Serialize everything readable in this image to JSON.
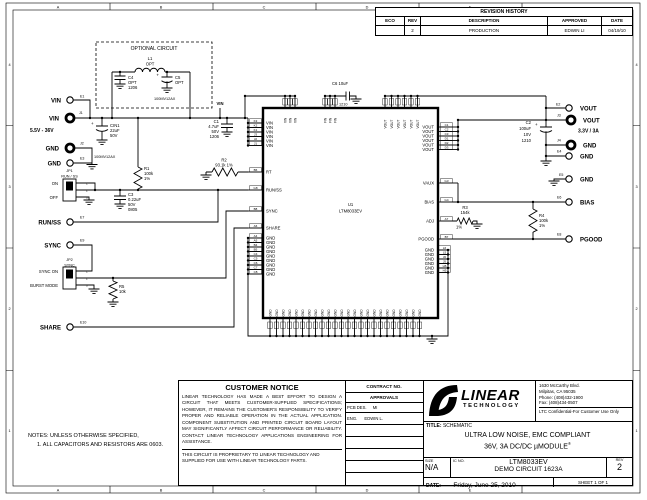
{
  "frame": {
    "grid_letters": [
      "A",
      "B",
      "C",
      "D",
      "E"
    ],
    "grid_numbers": [
      "4",
      "3",
      "2",
      "1"
    ]
  },
  "revision_history": {
    "title": "REVISION HISTORY",
    "col_eco": "ECO",
    "col_rev": "REV",
    "col_description": "DESCRIPTION",
    "col_approved": "APPROVED",
    "col_date": "DATE",
    "row": {
      "eco": "",
      "rev": "2",
      "description": "PRODUCTION",
      "approved": "EDWIN LI",
      "date": "04/19/10"
    }
  },
  "optional_circuit": {
    "title": "OPTIONAL CIRCUIT",
    "l1_ref": "L1",
    "l1_val": "OPT",
    "c4_ref": "C4",
    "c4_val": "OPT",
    "c4_size": "1206",
    "c5_ref": "C5",
    "c5_val": "OPT",
    "c5_part": "100MV12AX",
    "plus": "+"
  },
  "nets": {
    "vin": "VIN"
  },
  "inputs": {
    "e1": {
      "ref": "E1",
      "label": "VIN"
    },
    "j1": {
      "ref": "J1",
      "label": "VIN",
      "sub": "5.5V - 36V"
    },
    "j2": {
      "ref": "J2",
      "label": "GND"
    },
    "e3": {
      "ref": "E3",
      "label": "GND"
    },
    "e7": {
      "ref": "E7",
      "label": "RUN/SS"
    },
    "e9": {
      "ref": "E9",
      "label": "SYNC"
    },
    "e10": {
      "ref": "E10",
      "label": "SHARE"
    }
  },
  "outputs": {
    "e2": {
      "ref": "E2",
      "label": "VOUT"
    },
    "j3": {
      "ref": "J3",
      "label": "VOUT",
      "sub": "3.3V / 3A"
    },
    "j4": {
      "ref": "J4",
      "label": "GND"
    },
    "e4": {
      "ref": "E4",
      "label": "GND"
    },
    "e5": {
      "ref": "E5",
      "label": "GND"
    },
    "e6": {
      "ref": "E6",
      "label": "BIAS"
    },
    "e8": {
      "ref": "E8",
      "label": "PGOOD"
    }
  },
  "components": {
    "cin1": {
      "plus": "+",
      "ref": "CIN1",
      "v1": "22uF",
      "v2": "50V",
      "part": "100MV12AX"
    },
    "c1": {
      "ref": "C1",
      "v1": "4.7uF",
      "v2": "50V",
      "v3": "1206"
    },
    "c2": {
      "plus": "+",
      "ref": "C2",
      "v1": "100uF",
      "v2": "10V",
      "v3": "1210"
    },
    "c3": {
      "ref": "C3",
      "v1": "0.22uF",
      "v2": "50V",
      "v3": "0805"
    },
    "c6": {
      "label": "C6  10uF",
      "size": "1210"
    },
    "r1": {
      "ref": "R1",
      "v1": "100k",
      "v2": "1%"
    },
    "r2": {
      "ref": "R2",
      "v1": "93.1k  1%"
    },
    "r3": {
      "ref": "R3",
      "v1": "154k",
      "v2": "1%"
    },
    "r4": {
      "ref": "R4",
      "v1": "100k",
      "v2": "1%"
    },
    "r5": {
      "ref": "R5",
      "v1": "10k"
    }
  },
  "jp1": {
    "ref": "JP1",
    "name": "RUN / SS",
    "on": "ON",
    "off": "OFF",
    "pins": [
      "1",
      "2",
      "3"
    ]
  },
  "jp2": {
    "ref": "JP2",
    "name": "SYNC",
    "pos_top": "SYNC ON",
    "pos_bottom": "BURST MODE",
    "pins": [
      "1",
      "2",
      "3"
    ]
  },
  "ic": {
    "ref": "U1",
    "part": "LTM8033EV",
    "names": {
      "vin": "VIN",
      "gnd": "GND",
      "rt": "RT",
      "runss": "RUN/SS",
      "sync": "SYNC",
      "share": "SHARE",
      "vout": "VOUT",
      "vaux": "VAUX",
      "bias": "BIAS",
      "adj": "ADJ",
      "pgood": "PGOOD",
      "fin": "FIN"
    },
    "pins": {
      "left_vin": [
        "K3",
        "K2",
        "K1",
        "J3",
        "J2",
        "J1"
      ],
      "rt": "B6",
      "runss": "G8",
      "sync": "B8",
      "share": "A6",
      "left_gnd": [
        "A4",
        "A5",
        "B4",
        "B5",
        "C4",
        "C5",
        "C6",
        "C7",
        "C8"
      ],
      "right_vout": [
        "C1",
        "C2",
        "C3",
        "D1",
        "D2",
        "D3"
      ],
      "vaux": "G3",
      "bias": "G4",
      "adj": "A7",
      "pgood": "B7",
      "right_gnd": [
        "L6",
        "L5",
        "J6",
        "J5",
        "H6",
        "H5"
      ]
    }
  },
  "notes": {
    "line1": "NOTES: UNLESS OTHERWISE SPECIFIED,",
    "line2": "1. ALL CAPACITORS AND RESISTORS ARE 0603."
  },
  "customer_notice": {
    "title": "CUSTOMER NOTICE",
    "body": "LINEAR TECHNOLOGY HAS MADE A BEST EFFORT TO DESIGN A CIRCUIT THAT MEETS CUSTOMER-SUPPLIED SPECIFICATIONS; HOWEVER, IT REMAINS THE CUSTOMER'S RESPONSIBILITY TO VERIFY PROPER AND RELIABLE OPERATION IN THE ACTUAL APPLICATION.  COMPONENT SUBSTITUTION AND PRINTED CIRCUIT BOARD LAYOUT MAY SIGNIFICANTLY AFFECT CIRCUIT PERFORMANCE OR RELIABILITY.  CONTACT LINEAR TECHNOLOGY APPLICATIONS ENGINEERING FOR ASSISTANCE.",
    "proprietary": "THIS CIRCUIT IS PROPRIETARY TO LINEAR TECHNOLOGY AND SUPPLIED FOR USE WITH LINEAR TECHNOLOGY PARTS."
  },
  "title_block": {
    "contract_label": "CONTRACT NO.",
    "approvals_label": "APPROVALS",
    "pcb_label": "PCB DES.",
    "pcb_value": "MI",
    "eng_label": "ENG.",
    "eng_value": "EDWIN L.",
    "company": {
      "name1": "LINEAR",
      "name2": "TECHNOLOGY",
      "addr1": "1630 McCarthy Blvd.",
      "addr2": "Milpitas, CA 95035",
      "addr3": "Phone: (408)432-1900",
      "addr4": "Fax: (408)434-0507",
      "addr5": "LTC Confidential-For Customer Use Only"
    },
    "title_label": "TITLE:",
    "title_value": "SCHEMATIC",
    "title_line1": "ULTRA LOW NOISE, EMC COMPLIANT",
    "title_line2": "36V, 3A DC/DC µMODULE",
    "reg": "®",
    "size_label": "SIZE",
    "size_value": "N/A",
    "icno_label": "IC NO.",
    "icno_value": "LTM8033EV",
    "demo_value": "DEMO CIRCUIT 1623A",
    "rev_label": "REV",
    "rev_value": "2",
    "date_label": "DATE:",
    "date_value": "Friday, June 25, 2010",
    "sheet_label": "SHEET",
    "sheet_num": "1",
    "sheet_of": "OF",
    "sheet_total": "1"
  }
}
